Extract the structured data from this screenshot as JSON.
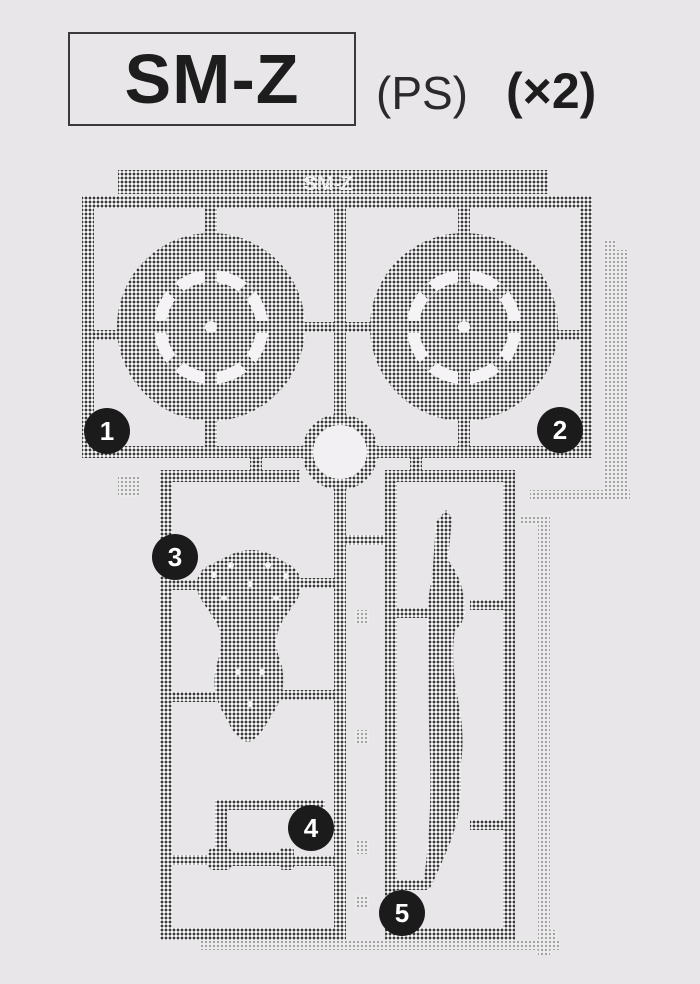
{
  "header": {
    "code": "SM-Z",
    "material": "(PS)",
    "quantity": "(×2)"
  },
  "runner": {
    "label": "SM-Z"
  },
  "parts": [
    {
      "number": "1"
    },
    {
      "number": "2"
    },
    {
      "number": "3"
    },
    {
      "number": "4"
    },
    {
      "number": "5"
    }
  ],
  "colors": {
    "background": "#e9e6ea",
    "dark_halftone": "#404040",
    "light_halftone": "#bdbdbd",
    "badge": "#1b1b1b"
  }
}
